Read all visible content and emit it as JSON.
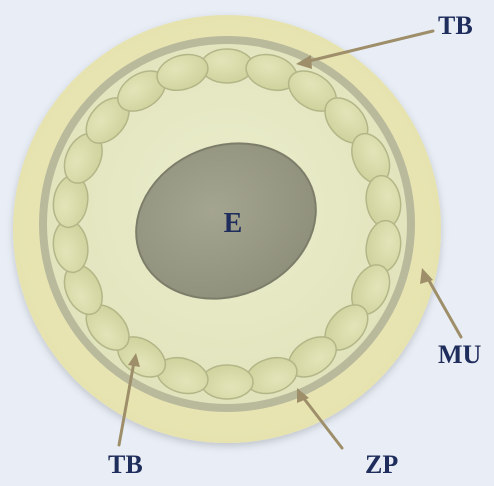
{
  "labels": {
    "embryo": "E",
    "tb_top": "TB",
    "tb_bottom": "TB",
    "mu": "MU",
    "zp": "ZP"
  },
  "colors": {
    "background": "#e9eef6",
    "mucin_layer": "#eceaba",
    "zona_pellucida": "#b9b99c",
    "perivitelline": "#e6e8c3",
    "trophoblast_fill": "#d7d9a8",
    "trophoblast_stroke": "#b3b687",
    "embryo_fill": "#9a9b86",
    "embryo_stroke": "#7d7e6a",
    "arrow": "#9e8f6a",
    "label_text": "#1f2d5c"
  }
}
